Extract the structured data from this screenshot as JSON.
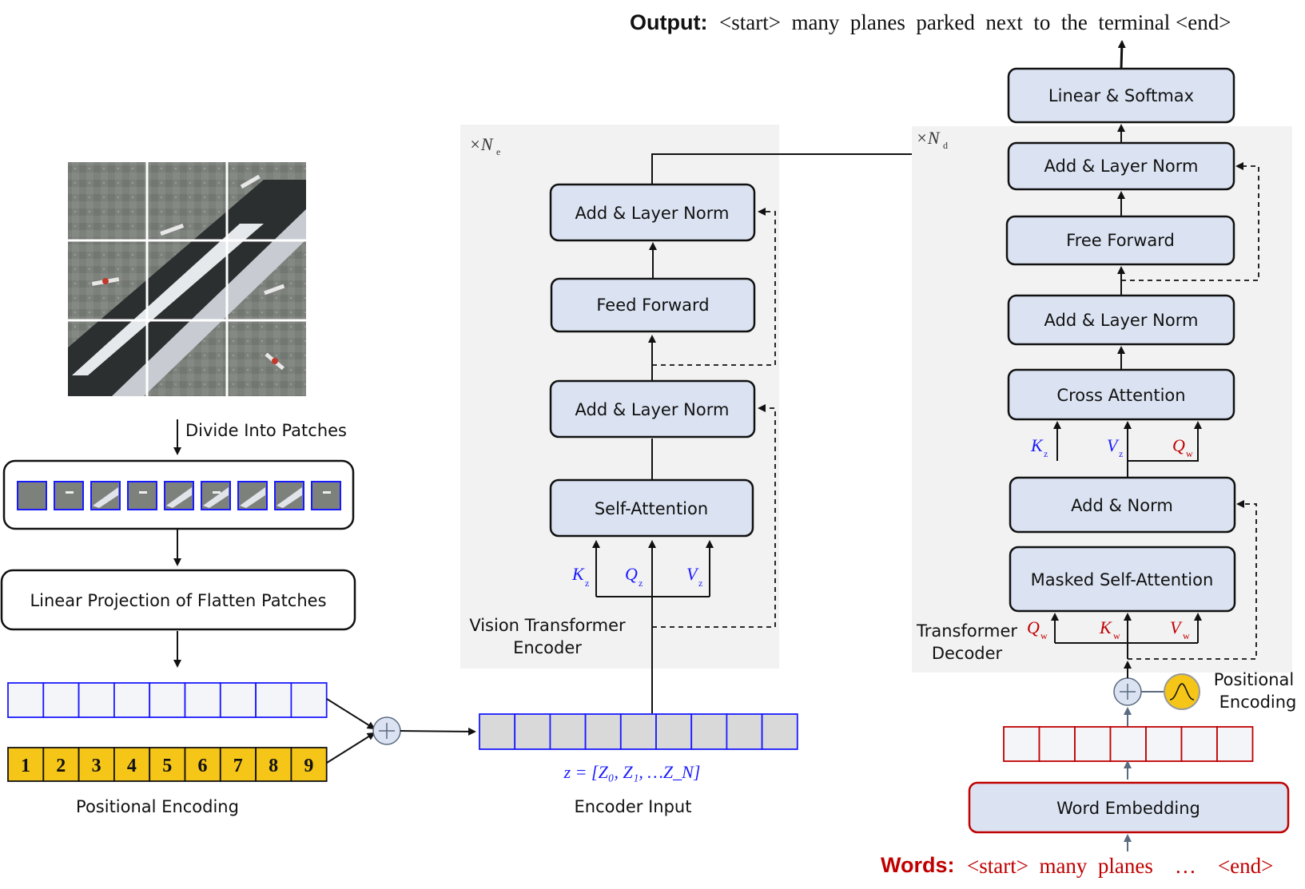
{
  "output": {
    "label": "Output:",
    "tokens": "<start>  many  planes  parked  next  to  the  terminal <end>"
  },
  "words": {
    "label": "Words:",
    "tokens": "<start>  many  planes    …    <end>"
  },
  "left": {
    "divide_label": "Divide Into Patches",
    "linear_projection": "Linear Projection of Flatten Patches",
    "positions": [
      "1",
      "2",
      "3",
      "4",
      "5",
      "6",
      "7",
      "8",
      "9"
    ],
    "positional_encoding": "Positional Encoding"
  },
  "encoder": {
    "repeat": "×N",
    "repeat_sub": "e",
    "title_line1": "Vision Transformer",
    "title_line2": "Encoder",
    "blocks": {
      "self_attention": "Self-Attention",
      "add_norm_1": "Add & Layer Norm",
      "feed_forward": "Feed Forward",
      "add_norm_2": "Add & Layer Norm"
    },
    "k_label": "K",
    "q_label": "Q",
    "v_label": "V",
    "sub": "z",
    "input_formula": "z = [Z₀, Z₁, …Z_N]",
    "input_label": "Encoder Input"
  },
  "decoder": {
    "repeat": "×N",
    "repeat_sub": "d",
    "title_line1": "Transformer",
    "title_line2": "Decoder",
    "blocks": {
      "linear_softmax": "Linear & Softmax",
      "add_norm_top": "Add & Layer Norm",
      "free_forward": "Free Forward",
      "add_norm_mid": "Add & Layer Norm",
      "cross_attention": "Cross Attention",
      "add_norm_low": "Add & Norm",
      "masked_self_attention": "Masked Self-Attention",
      "word_embedding": "Word Embedding"
    },
    "cross_k": "K",
    "cross_v": "V",
    "cross_q": "Q",
    "cross_kv_sub": "z",
    "cross_q_sub": "w",
    "masked_q": "Q",
    "masked_k": "K",
    "masked_v": "V",
    "masked_sub": "w",
    "positional_line1": "Positional",
    "positional_line2": "Encoding"
  },
  "colors": {
    "block_fill": "#dbe3f2",
    "panel": "#f2f2f2",
    "blue": "#1a1aff",
    "red": "#c00000",
    "gold": "#f5c518"
  }
}
